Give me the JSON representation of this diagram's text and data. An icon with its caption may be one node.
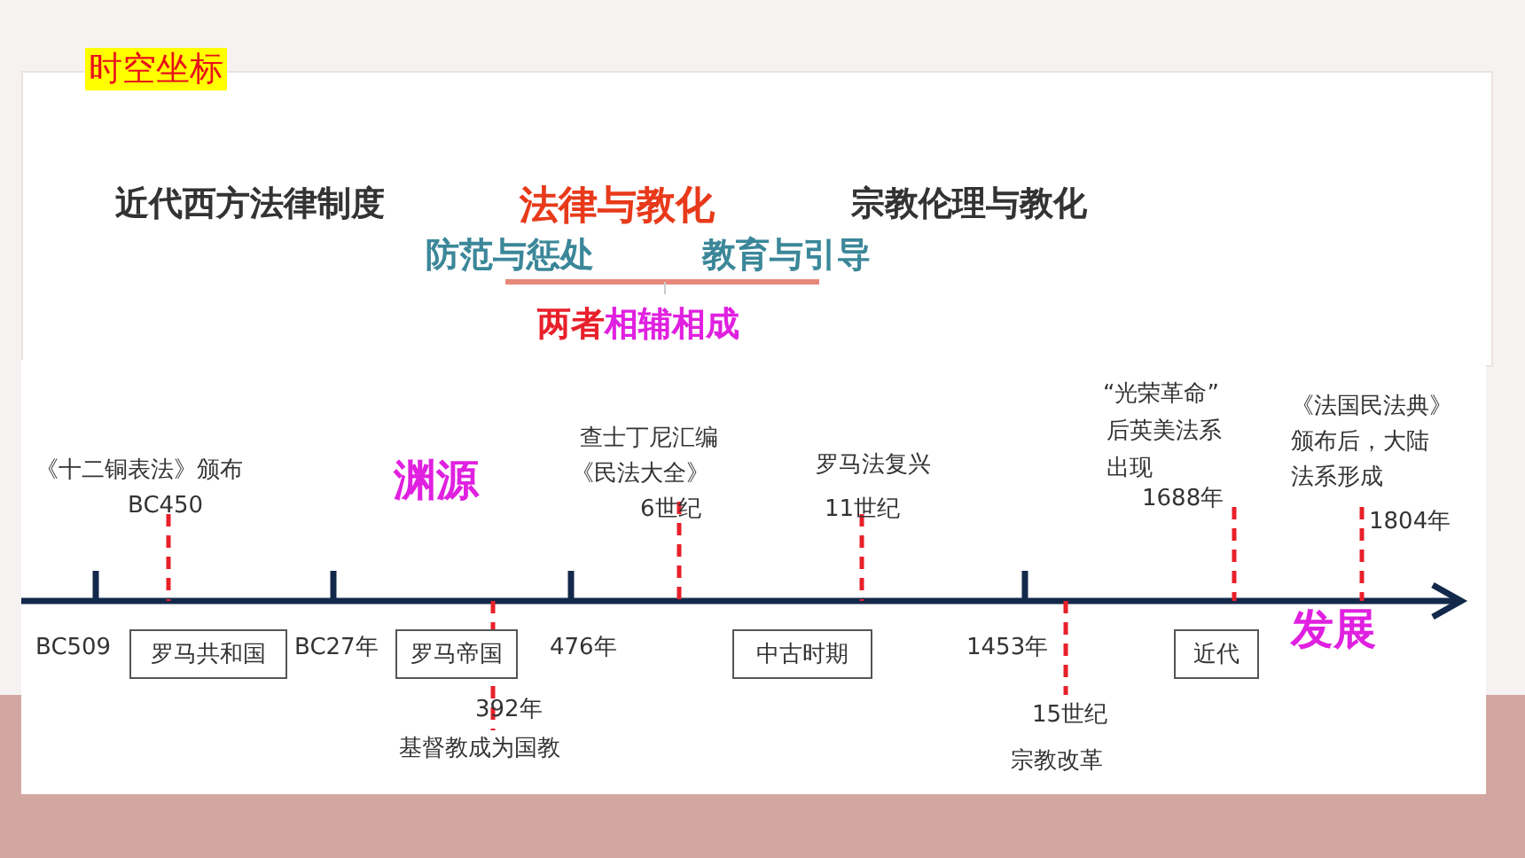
{
  "diagram": {
    "title": "时空坐标",
    "nodes": [
      {
        "text": [
          "罗马共和国"
        ]
      },
      {
        "text": [
          "罗马帝国"
        ]
      },
      {
        "text": [
          "中古时期"
        ]
      },
      {
        "text": [
          "近代"
        ]
      }
    ],
    "labels": [
      "近代西方法律制度",
      "法律与教化",
      "宗教伦理与教化",
      "防范与惩处",
      "教育与引导",
      "两者",
      "相辅相成",
      "《十二铜表法》颁布",
      "BC450",
      "渊源",
      "查士丁尼汇编",
      "《民法大全》",
      "6世纪",
      "罗马法复兴",
      "11世纪",
      "“光荣革命”",
      "后英美法系",
      "出现",
      "1688年",
      "《法国民法典》",
      "颁布后，大陆",
      "法系形成",
      "1804年",
      "BC509",
      "BC27年",
      "476年",
      "1453年",
      "发展",
      "392年",
      "基督教成为国教",
      "15世纪",
      "宗教改革"
    ]
  }
}
